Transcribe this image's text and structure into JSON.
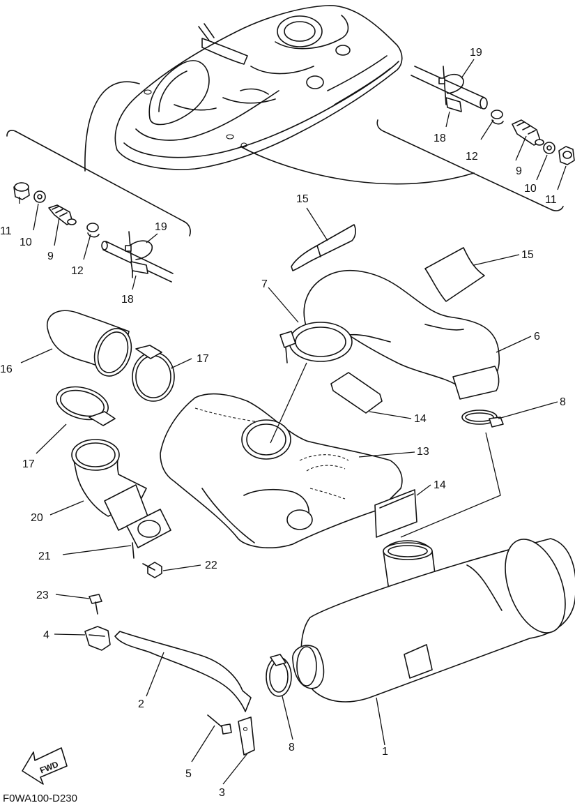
{
  "diagram_code": "F0WA100-D230",
  "direction_arrow": {
    "text": "FWD",
    "icon": "arrow-left-icon"
  },
  "callouts": {
    "c1": "1",
    "c2": "2",
    "c3": "3",
    "c4": "4",
    "c5": "5",
    "c6": "6",
    "c7": "7",
    "c8a": "8",
    "c8b": "8",
    "c9l": "9",
    "c9r": "9",
    "c10l": "10",
    "c10r": "10",
    "c11l": "11",
    "c11r": "11",
    "c12l": "12",
    "c12r": "12",
    "c13": "13",
    "c14a": "14",
    "c14b": "14",
    "c15a": "15",
    "c15b": "15",
    "c16": "16",
    "c17a": "17",
    "c17b": "17",
    "c18l": "18",
    "c18r": "18",
    "c19l": "19",
    "c19r": "19",
    "c20": "20",
    "c21": "21",
    "c22": "22",
    "c23": "23"
  }
}
